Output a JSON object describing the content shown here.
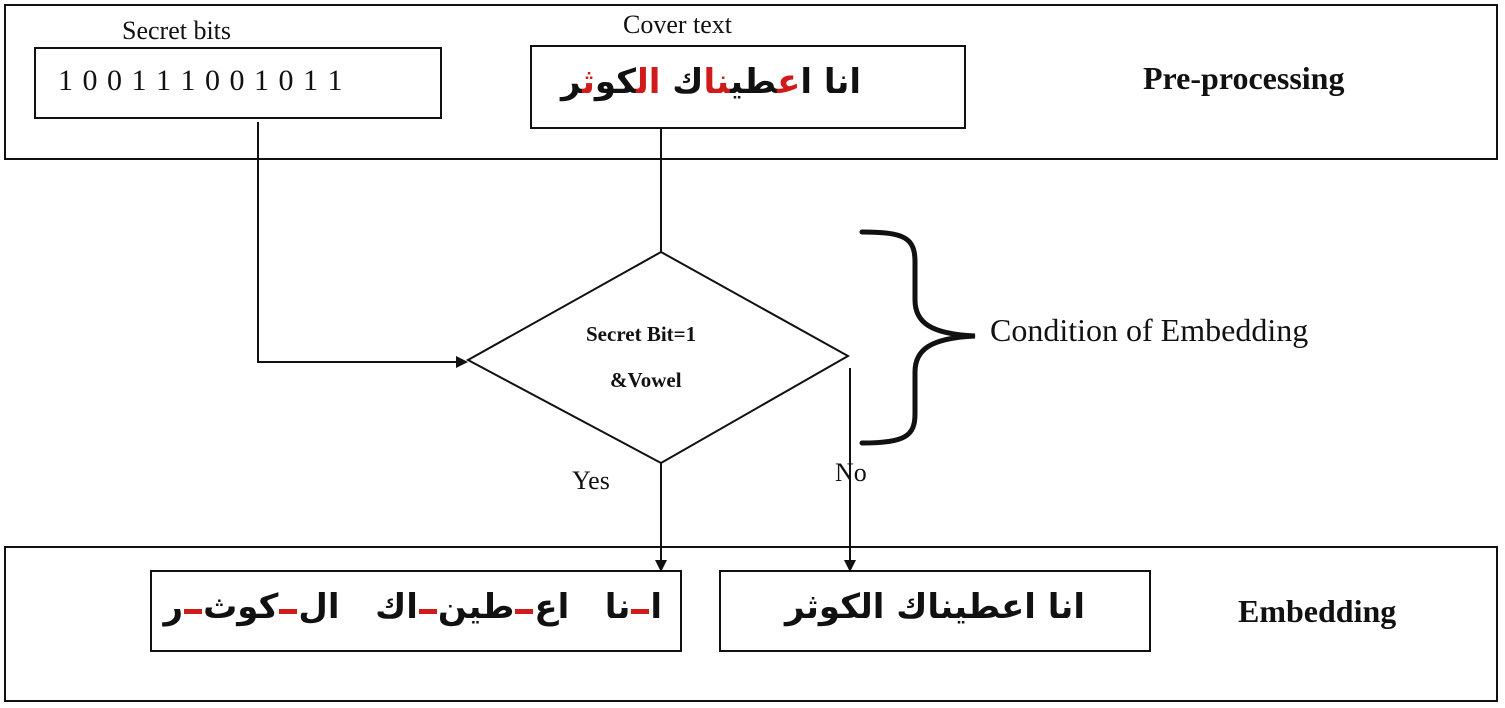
{
  "preprocessing": {
    "stage_label": "Pre-processing",
    "secret_bits_title": "Secret bits",
    "secret_bits_value": "1 0 0 1 1 1 0 0 1 0 1 1",
    "cover_text_title": "Cover text",
    "cover_text": {
      "word1": "انا",
      "word2_parts": [
        "ا",
        "ع",
        "طي",
        "نا",
        "ك"
      ],
      "word3_parts": [
        "ال",
        "كو",
        "ث",
        "ر"
      ]
    }
  },
  "decision": {
    "line1": "Secret Bit=1",
    "line2": "&Vowel",
    "yes_label": "Yes",
    "no_label": "No",
    "brace_label": "Condition of Embedding"
  },
  "embedding": {
    "stage_label": "Embedding",
    "output_yes": {
      "word1_parts": [
        "ا",
        "نا"
      ],
      "word2_parts": [
        "اع",
        "طين",
        "اك"
      ],
      "word3_parts": [
        "ال",
        "كوث",
        "ر"
      ]
    },
    "output_no": "انا اعطيناك الكوثر"
  },
  "colors": {
    "highlight": "#d11a1a",
    "stroke": "#111111"
  }
}
